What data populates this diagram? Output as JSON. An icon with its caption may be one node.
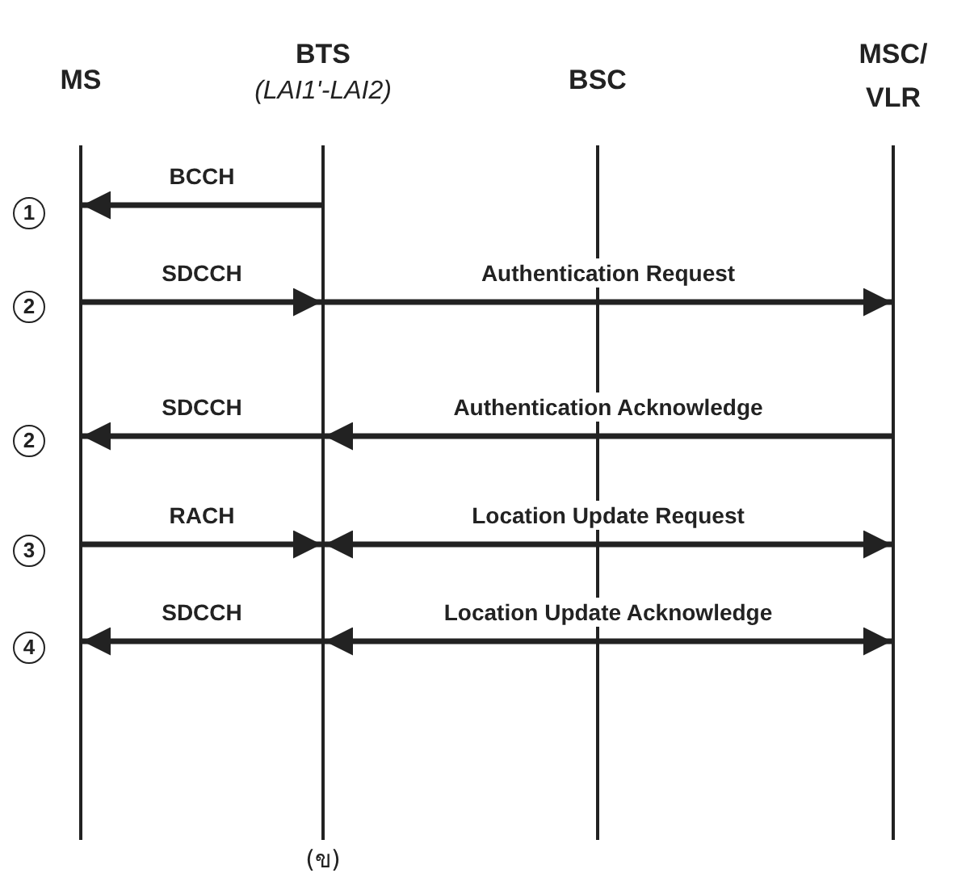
{
  "diagram": {
    "caption": "(ข)",
    "nodes": [
      {
        "text": [
          "MS"
        ]
      },
      {
        "text": [
          "BTS",
          "(LAI1'-LAI2)"
        ]
      },
      {
        "text": [
          "BSC"
        ]
      },
      {
        "text": [
          "MSC/ VLR"
        ]
      }
    ],
    "edges": [
      {
        "from": 1,
        "to": 0,
        "arrow": "to",
        "label": "BCCH"
      },
      {
        "from": 0,
        "to": 1,
        "arrow": "to",
        "label": "SDCCH"
      },
      {
        "from": 1,
        "to": 3,
        "arrow": "to",
        "label": "Authentication Request"
      },
      {
        "from": 1,
        "to": 0,
        "arrow": "to",
        "label": "SDCCH"
      },
      {
        "from": 3,
        "to": 1,
        "arrow": "to",
        "label": "Authentication Acknowledge"
      },
      {
        "from": 0,
        "to": 1,
        "arrow": "to",
        "label": "RACH"
      },
      {
        "from": 1,
        "to": 3,
        "arrow": "both",
        "label": "Location Update Request"
      },
      {
        "from": 1,
        "to": 0,
        "arrow": "to",
        "label": "SDCCH"
      },
      {
        "from": 1,
        "to": 3,
        "arrow": "both",
        "label": "Location Update Acknowledge"
      }
    ],
    "labels": [
      "1",
      "2",
      "2",
      "3",
      "4"
    ]
  }
}
